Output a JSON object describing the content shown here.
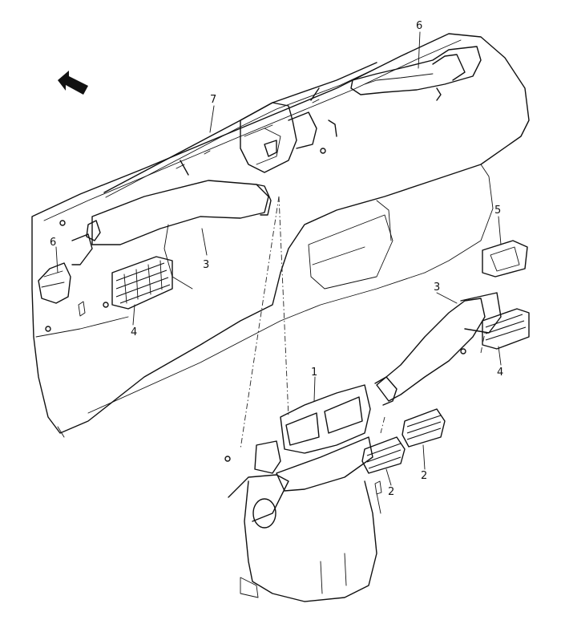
{
  "callouts": [
    {
      "id": "c1",
      "label": "1"
    },
    {
      "id": "c2a",
      "label": "2"
    },
    {
      "id": "c2b",
      "label": "2"
    },
    {
      "id": "c3a",
      "label": "3"
    },
    {
      "id": "c3b",
      "label": "3"
    },
    {
      "id": "c4a",
      "label": "4"
    },
    {
      "id": "c4b",
      "label": "4"
    },
    {
      "id": "c5",
      "label": "5"
    },
    {
      "id": "c6a",
      "label": "6"
    },
    {
      "id": "c6b",
      "label": "6"
    },
    {
      "id": "c7",
      "label": "7"
    }
  ],
  "icons": {
    "direction": "front-arrow-icon"
  }
}
